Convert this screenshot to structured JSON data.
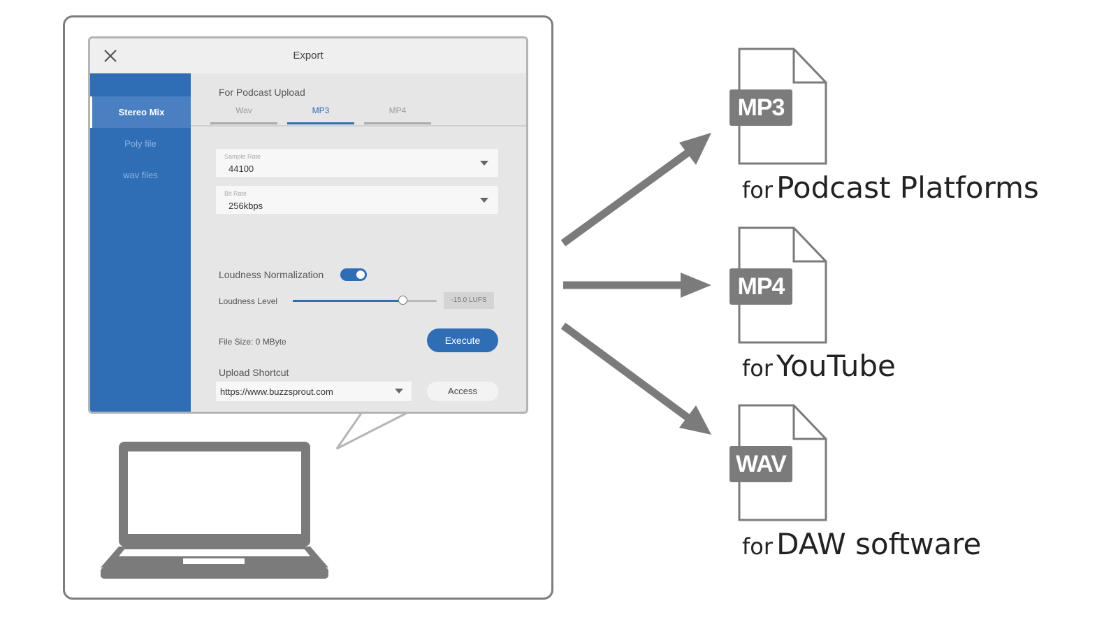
{
  "dialog": {
    "title": "Export",
    "sidebar": {
      "items": [
        {
          "label": "Stereo Mix",
          "active": true
        },
        {
          "label": "Poly file",
          "active": false
        },
        {
          "label": "wav files",
          "active": false
        }
      ]
    },
    "section_title": "For Podcast Upload",
    "tabs": [
      {
        "label": "Wav",
        "active": false
      },
      {
        "label": "MP3",
        "active": true
      },
      {
        "label": "MP4",
        "active": false
      }
    ],
    "sample_rate": {
      "label": "Sample Rate",
      "value": "44100"
    },
    "bit_rate": {
      "label": "Bit Rate",
      "value": "256kbps"
    },
    "loudness_normalization": {
      "label": "Loudness Normalization",
      "enabled": true
    },
    "loudness_level": {
      "label": "Loudness Level",
      "value_text": "-15.0 LUFS",
      "slider_fraction": 0.76
    },
    "file_size": "File Size: 0 MByte",
    "execute_label": "Execute",
    "upload_shortcut": {
      "label": "Upload Shortcut",
      "url": "https://www.buzzsprout.com",
      "access_label": "Access"
    }
  },
  "outputs": [
    {
      "badge": "MP3",
      "prefix": "for",
      "target": "Podcast Platforms"
    },
    {
      "badge": "MP4",
      "prefix": "for",
      "target": "YouTube"
    },
    {
      "badge": "WAV",
      "prefix": "for",
      "target": "DAW software"
    }
  ],
  "colors": {
    "accent": "#2f6db5",
    "gray": "#7b7b7b"
  }
}
